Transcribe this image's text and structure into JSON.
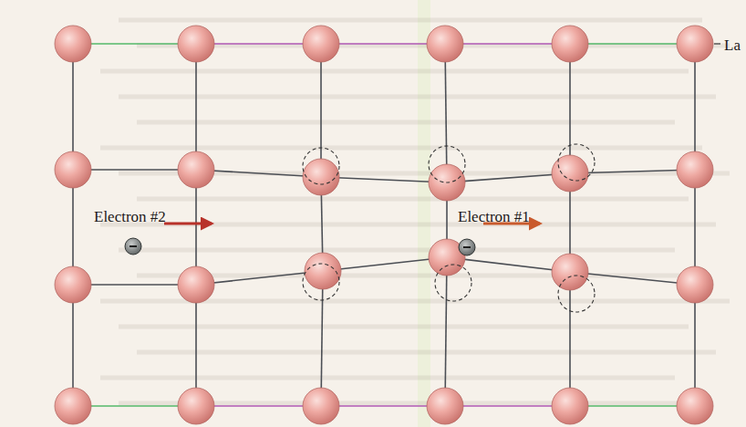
{
  "diagram": {
    "labels": [
      "La",
      "Electron #2",
      "Electron #1"
    ]
  }
}
